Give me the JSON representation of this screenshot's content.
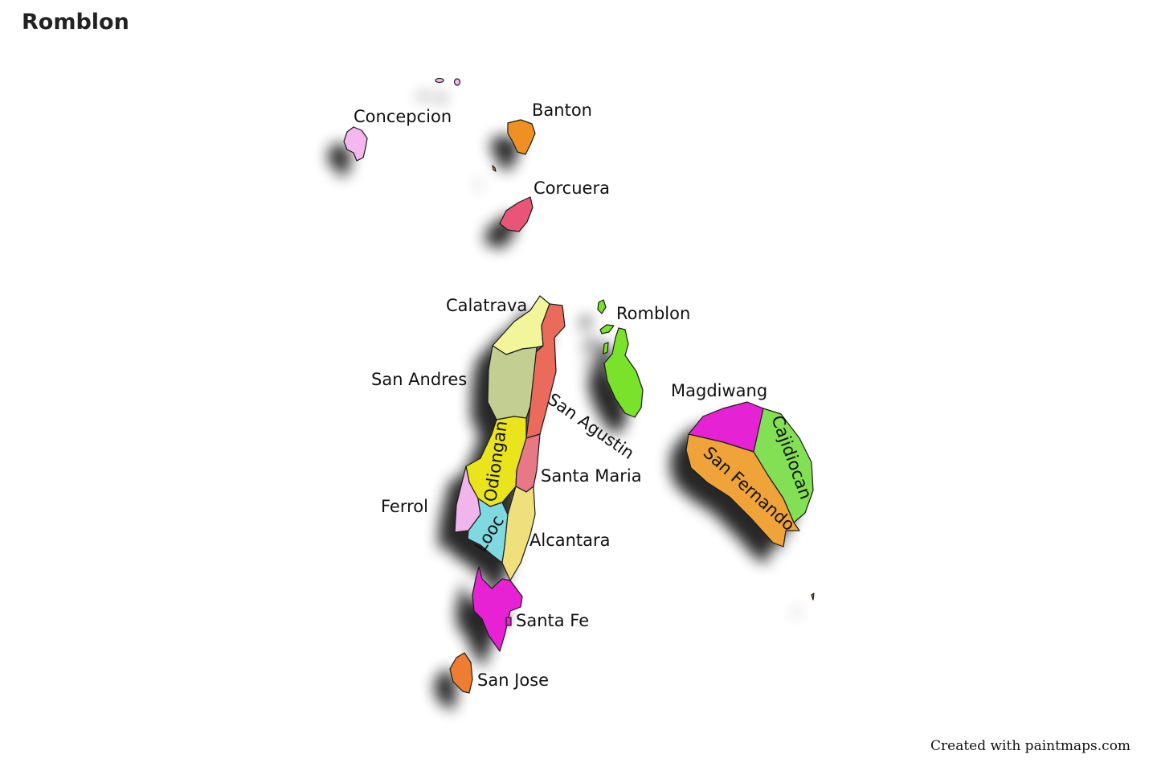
{
  "title": "Romblon",
  "credit": "Created with paintmaps.com",
  "regions": [
    {
      "id": "concepcion",
      "label": "Concepcion",
      "color": "#f5b8ee"
    },
    {
      "id": "banton",
      "label": "Banton",
      "color": "#ee9120"
    },
    {
      "id": "corcuera",
      "label": "Corcuera",
      "color": "#e95477"
    },
    {
      "id": "calatrava",
      "label": "Calatrava",
      "color": "#f3f59a"
    },
    {
      "id": "romblon",
      "label": "Romblon",
      "color": "#79e22a"
    },
    {
      "id": "san_andres",
      "label": "San Andres",
      "color": "#c3ce93"
    },
    {
      "id": "san_agustin",
      "label": "San Agustin",
      "color": "#ea6a5b"
    },
    {
      "id": "magdiwang",
      "label": "Magdiwang",
      "color": "#e523d4"
    },
    {
      "id": "cajidiocan",
      "label": "Cajidiocan",
      "color": "#83e055"
    },
    {
      "id": "odiongan",
      "label": "Odiongan",
      "color": "#e9e41d"
    },
    {
      "id": "san_fernando",
      "label": "San Fernando",
      "color": "#efa337"
    },
    {
      "id": "santa_maria",
      "label": "Santa Maria",
      "color": "#e77886"
    },
    {
      "id": "ferrol",
      "label": "Ferrol",
      "color": "#f0b5ea"
    },
    {
      "id": "looc",
      "label": "Looc",
      "color": "#80d8e0"
    },
    {
      "id": "alcantara",
      "label": "Alcantara",
      "color": "#efe07c"
    },
    {
      "id": "santa_fe",
      "label": "Santa Fe",
      "color": "#e724d4"
    },
    {
      "id": "san_jose",
      "label": "San Jose",
      "color": "#ee7d30"
    }
  ]
}
